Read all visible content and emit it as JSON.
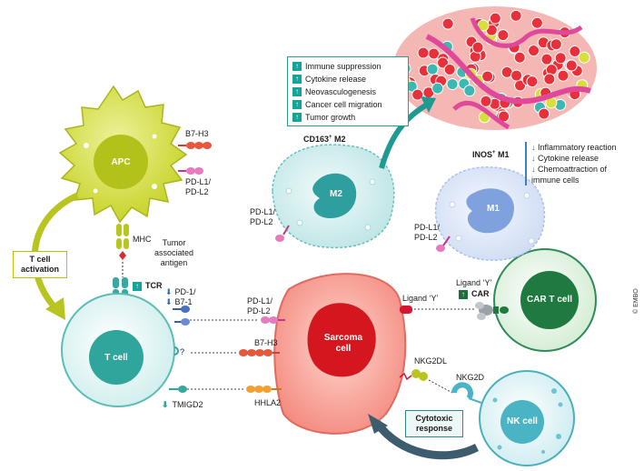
{
  "cells": {
    "apc": "APC",
    "t_cell": "T cell",
    "sarcoma": "Sarcoma\ncell",
    "car_t": "CAR T cell",
    "nk": "NK cell",
    "m2": "M2",
    "m1": "M1"
  },
  "labels": {
    "b7h3_apc": "B7-H3",
    "pdl_apc": "PD-L1/\nPD-L2",
    "mhc": "MHC",
    "tumor_antigen": "Tumor\nassociated\nantigen",
    "tcr": "TCR",
    "pd1_b71": "PD-1/\nB7-1",
    "question": "?",
    "tmigd2": "TMIGD2",
    "pdl_sarcoma": "PD-L1/\nPD-L2",
    "b7h3_sarcoma": "B7-H3",
    "hhla2": "HHLA2",
    "ligand_y_sarcoma": "Ligand ‘Y’",
    "ligand_y_car": "Ligand ‘Y’",
    "car": "CAR",
    "nkg2dl": "NKG2DL",
    "nkg2d": "NKG2D",
    "pdl_m2": "PD-L1/\nPD-L2",
    "pdl_m1": "PD-L1/\nPD-L2",
    "cd163_m2": "CD163",
    "cd163_sup": "+",
    "cd163_m2_suffix": " M2",
    "inos_m1": "INOS",
    "inos_sup": "+",
    "inos_m1_suffix": " M1",
    "t_cell_activation": "T cell\nactivation",
    "cytotoxic_response": "Cytotoxic\nresponse",
    "copyright": "© EMBO"
  },
  "m2_effects": [
    "Immune suppression",
    "Cytokine release",
    "Neovasculogenesis",
    "Cancer cell migration",
    "Tumor growth"
  ],
  "m1_effects": [
    "Inflammatory reaction",
    "Cytokine release",
    "Chemoattraction of\nimmune cells"
  ],
  "colors": {
    "apc": "#c7d42a",
    "t_cell": "#3fb5ad",
    "sarcoma": "#f0645a",
    "car_t": "#2e8b57",
    "nk": "#56b8c4",
    "m2": "#33a8a6",
    "m1": "#8fb0e0",
    "accent_teal": "#17a398"
  }
}
